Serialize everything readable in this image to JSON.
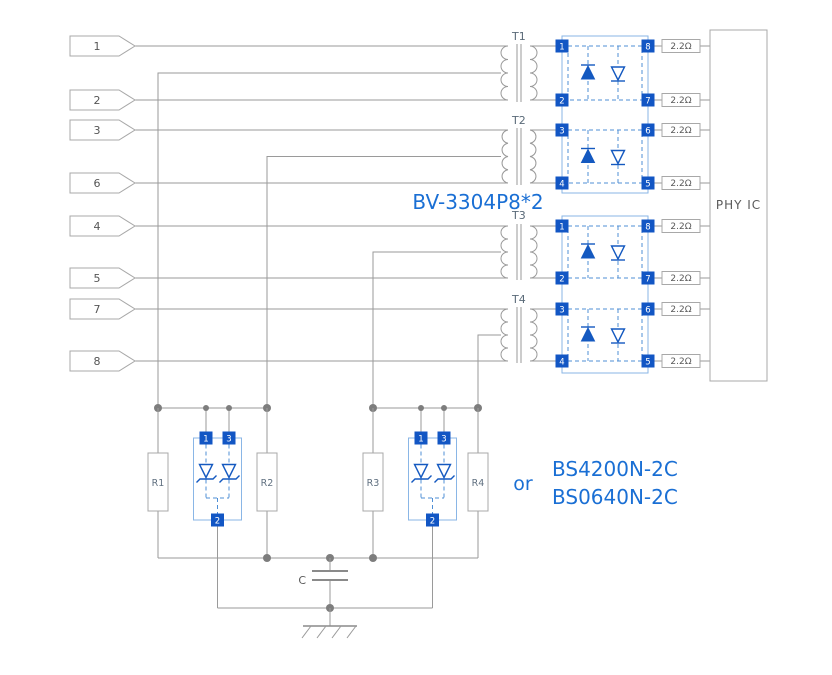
{
  "colors": {
    "accent_blue": "#1a6fd4",
    "component_blue": "#1459c0",
    "module_border_blue": "#8ab6e6",
    "wire_gray": "#9a9a9a",
    "text_gray": "#5a5a5a"
  },
  "left_connector": {
    "pins": [
      "1",
      "2",
      "3",
      "6",
      "4",
      "5",
      "7",
      "8"
    ]
  },
  "transformers": [
    "T1",
    "T2",
    "T3",
    "T4"
  ],
  "protection_ic": {
    "part_label": "BV-3304P8*2",
    "module1": {
      "left_pins": [
        "1",
        "2",
        "3",
        "4"
      ],
      "right_pins": [
        "8",
        "7",
        "6",
        "5"
      ]
    },
    "module2": {
      "left_pins": [
        "1",
        "2",
        "3",
        "4"
      ],
      "right_pins": [
        "8",
        "7",
        "6",
        "5"
      ]
    }
  },
  "series_resistor_value": "2.2Ω",
  "phy": {
    "label": "PHY IC"
  },
  "bottom_network": {
    "resistors": [
      "R1",
      "R2",
      "R3",
      "R4"
    ],
    "tvs": {
      "pins": [
        "1",
        "3",
        "2"
      ],
      "or_label": "or",
      "part_options": [
        "BS4200N-2C",
        "BS0640N-2C"
      ]
    },
    "capacitor_label": "C"
  }
}
